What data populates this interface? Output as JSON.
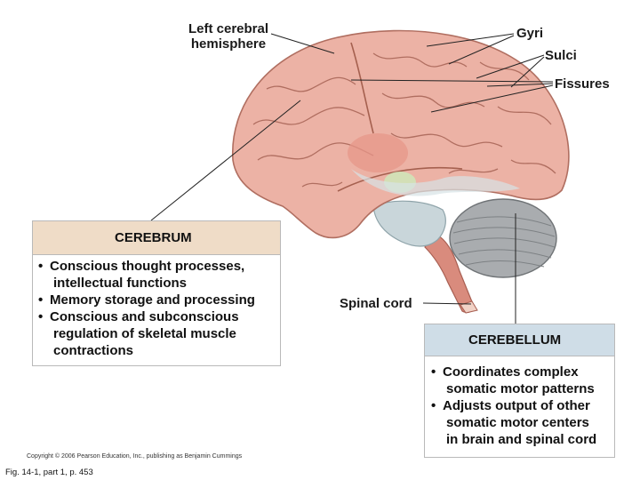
{
  "labels": {
    "left_cerebral_hemisphere": [
      "Left cerebral",
      "hemisphere"
    ],
    "gyri": "Gyri",
    "sulci": "Sulci",
    "fissures": "Fissures",
    "spinal_cord": "Spinal cord"
  },
  "cerebrum_box": {
    "title": "CEREBRUM",
    "items": [
      [
        "Conscious thought processes,",
        "intellectual functions"
      ],
      [
        "Memory storage and processing"
      ],
      [
        "Conscious and subconscious",
        "regulation of skeletal muscle",
        "contractions"
      ]
    ]
  },
  "cerebellum_box": {
    "title": "CEREBELLUM",
    "items": [
      [
        "Coordinates complex",
        "somatic motor patterns"
      ],
      [
        "Adjusts output of other",
        "somatic motor centers",
        "in brain and spinal cord"
      ]
    ]
  },
  "bullet": "•",
  "copyright": "Copyright © 2006 Pearson Education, Inc., publishing as Benjamin Cummings",
  "figure_ref": "Fig. 14-1, part 1, p. 453",
  "colors": {
    "cerebrum": "#ecb2a5",
    "cerebrum_outline": "#b06e60",
    "cerebellum": "#a9acaf",
    "brainstem": "#c9d6da",
    "spinal_cord": "#d98b7d",
    "cerebrum_header": "#efdcc7",
    "cerebellum_header": "#cfdde7"
  }
}
